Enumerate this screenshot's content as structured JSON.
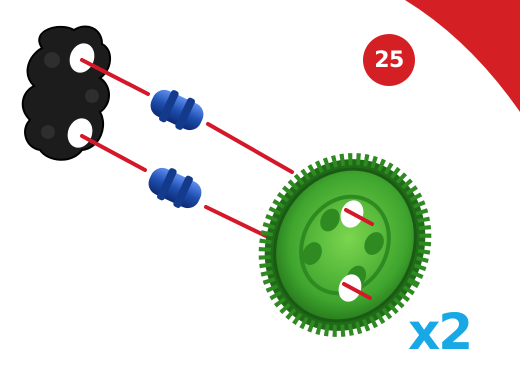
{
  "step": {
    "number": "25"
  },
  "quantity": {
    "label": "x2"
  },
  "parts": {
    "black_part_icon": "black-connector-icon",
    "bushing_icon": "blue-bushing-icon",
    "gear_icon": "green-gear-icon",
    "bushing_count": 2
  },
  "colors": {
    "corner_accent": "#d41f24",
    "badge": "#d41f24",
    "quantity": "#19a8e6",
    "gear": "#3fa52e",
    "bushing": "#1f4fb0",
    "black_part": "#1c1c1c",
    "guide_line": "#d4182a"
  }
}
